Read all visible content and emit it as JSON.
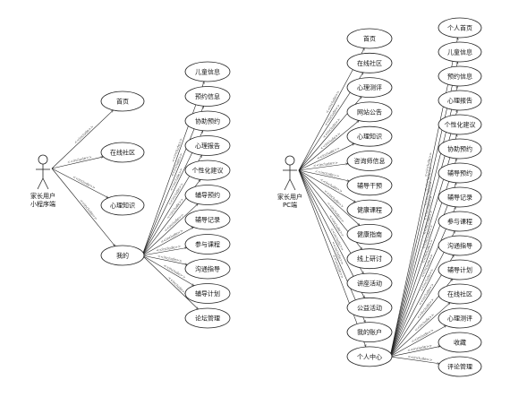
{
  "left": {
    "actor": {
      "line1": "家长用户",
      "line2": "小程序端"
    },
    "main_cases": [
      "首页",
      "在线社区",
      "心理知识",
      "我的"
    ],
    "sub_cases": [
      "儿童信息",
      "预约信息",
      "协助预约",
      "心理报告",
      "个性化建议",
      "辅导预约",
      "辅导记录",
      "参与课程",
      "沟通指导",
      "辅导计划",
      "论坛管理"
    ]
  },
  "right": {
    "actor": {
      "line1": "家长用户",
      "line2": "PC端"
    },
    "main_cases": [
      "首页",
      "在线社区",
      "心理测评",
      "网站公告",
      "心理知识",
      "咨询师信息",
      "辅导干预",
      "健康课程",
      "健康指南",
      "线上研讨",
      "讲座活动",
      "公益活动",
      "我的账户",
      "个人中心"
    ],
    "sub_cases": [
      "个人首页",
      "儿童信息",
      "预约信息",
      "心理报告",
      "个性化建议",
      "协助预约",
      "辅导预约",
      "辅导记录",
      "参与课程",
      "沟通指导",
      "辅导计划",
      "在线社区",
      "心理测评",
      "收藏",
      "评论管理"
    ]
  },
  "relation_label": "<<include>>"
}
